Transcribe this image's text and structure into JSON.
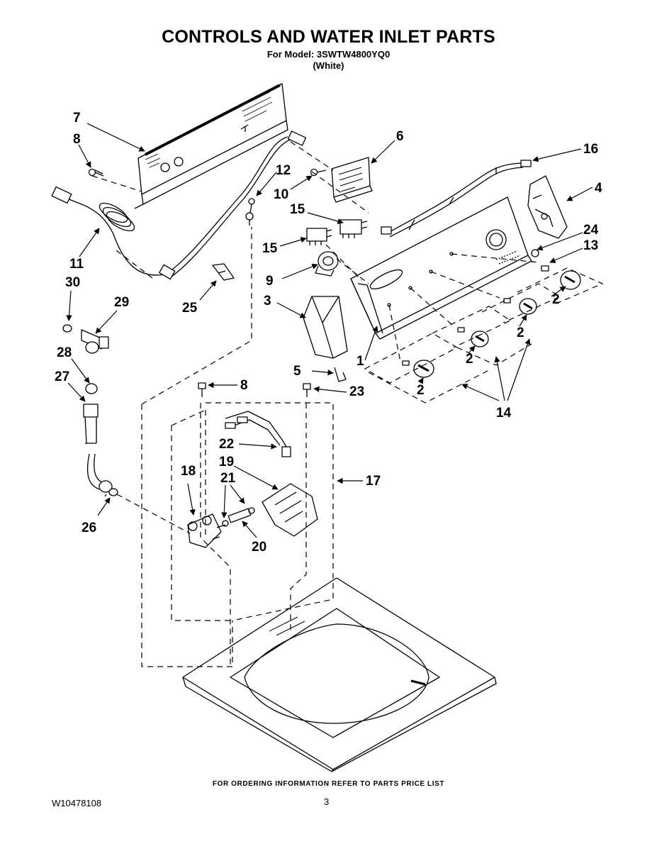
{
  "header": {
    "title": "CONTROLS AND WATER INLET PARTS",
    "model_line": "For Model: 3SWTW4800YQ0",
    "color_line": "(White)"
  },
  "callouts": [
    "7",
    "8",
    "6",
    "16",
    "12",
    "10",
    "4",
    "15",
    "11",
    "15",
    "24",
    "13",
    "30",
    "9",
    "29",
    "3",
    "2",
    "25",
    "28",
    "2",
    "27",
    "1",
    "2",
    "5",
    "2",
    "8",
    "23",
    "14",
    "22",
    "19",
    "17",
    "18",
    "21",
    "26",
    "20"
  ],
  "footer": {
    "ordering_note": "FOR ORDERING INFORMATION REFER TO PARTS PRICE LIST",
    "document_number": "W10478108",
    "page_number": "3"
  }
}
